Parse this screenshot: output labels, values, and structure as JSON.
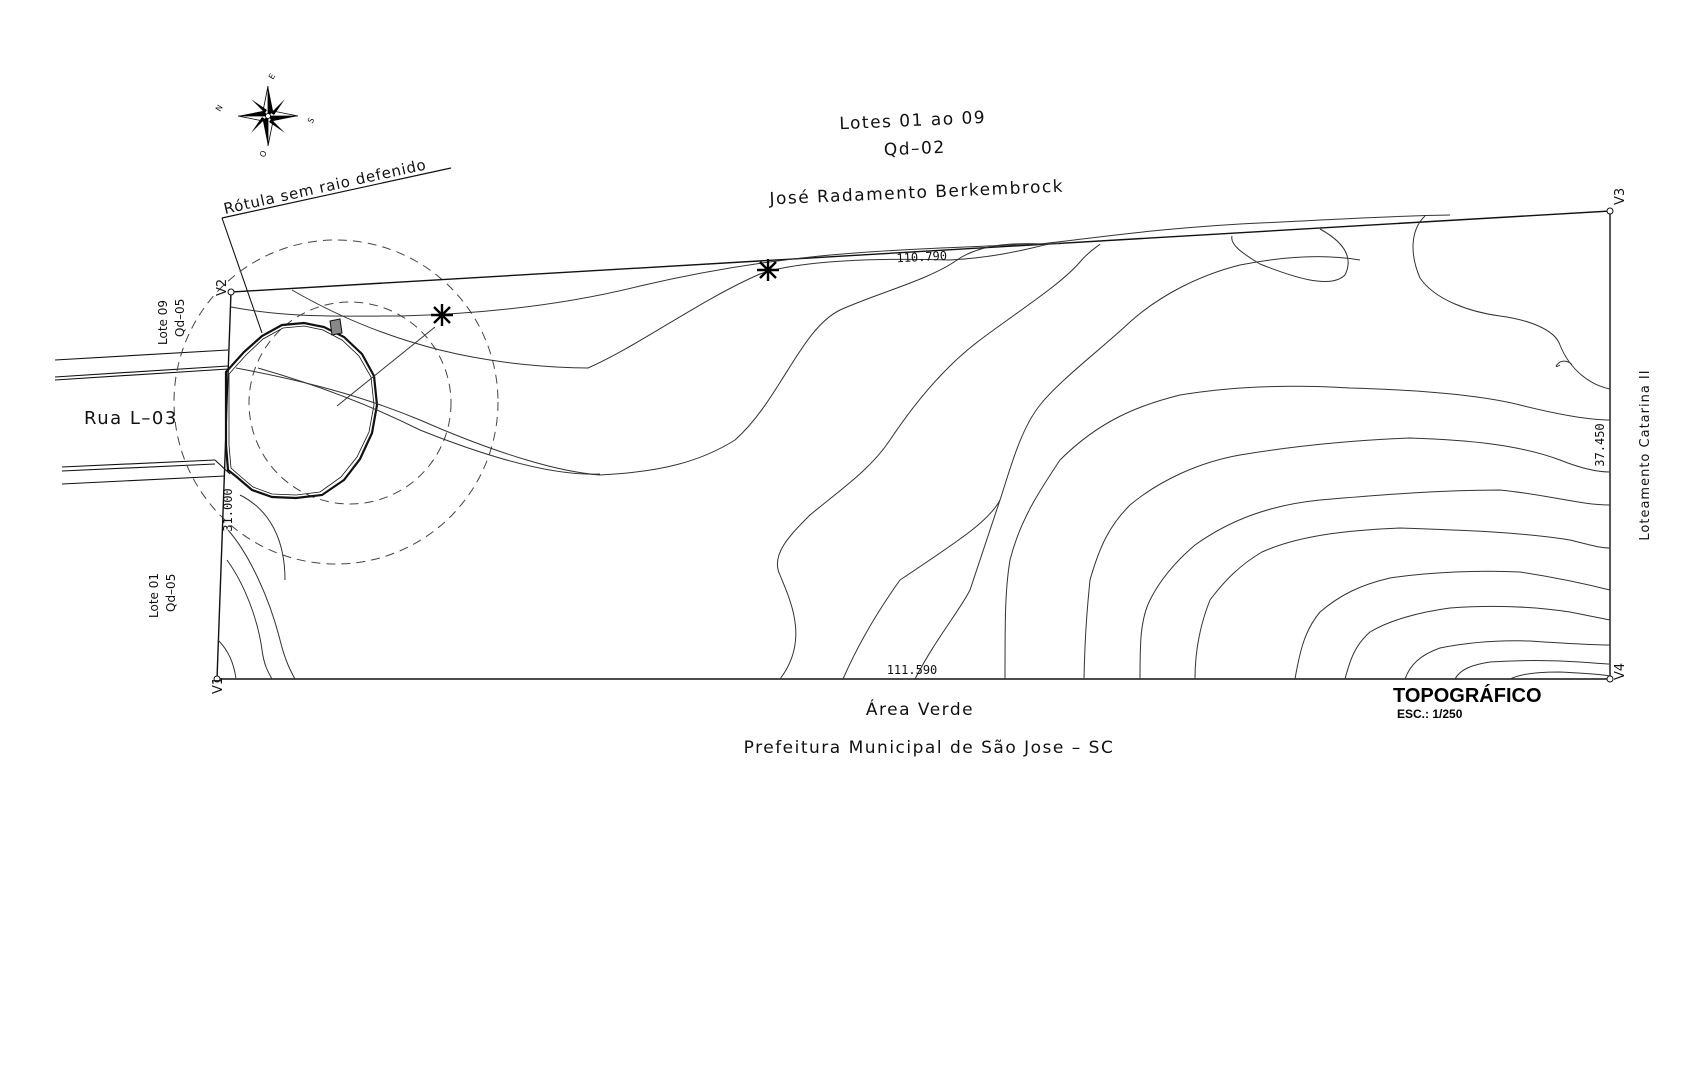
{
  "header": {
    "lots": "Lotes 01 ao 09",
    "block": "Qd–02",
    "owner": "José Radamento Berkembrock"
  },
  "roundabout_note": "Rótula sem raio defenido",
  "compass": {
    "n": "N",
    "e": "E",
    "s": "S",
    "o": "O"
  },
  "vertices": {
    "v1": "V1",
    "v2": "V2",
    "v3": "V3",
    "v4": "V4"
  },
  "dimensions": {
    "top": "110.790",
    "bottom": "111.590",
    "left": "31.000",
    "right": "37.450"
  },
  "neighbors": {
    "lote09": "Lote 09",
    "qd05_top": "Qd–05",
    "lote01": "Lote 01",
    "qd05_bottom": "Qd–05",
    "street": "Rua L–03",
    "right": "Loteamento Catarina II",
    "bottom": "Área Verde"
  },
  "footer": "Prefeitura Municipal de São Jose – SC",
  "title_block": {
    "title": "TOPOGRÁFICO",
    "scale": "ESC.: 1/250"
  }
}
